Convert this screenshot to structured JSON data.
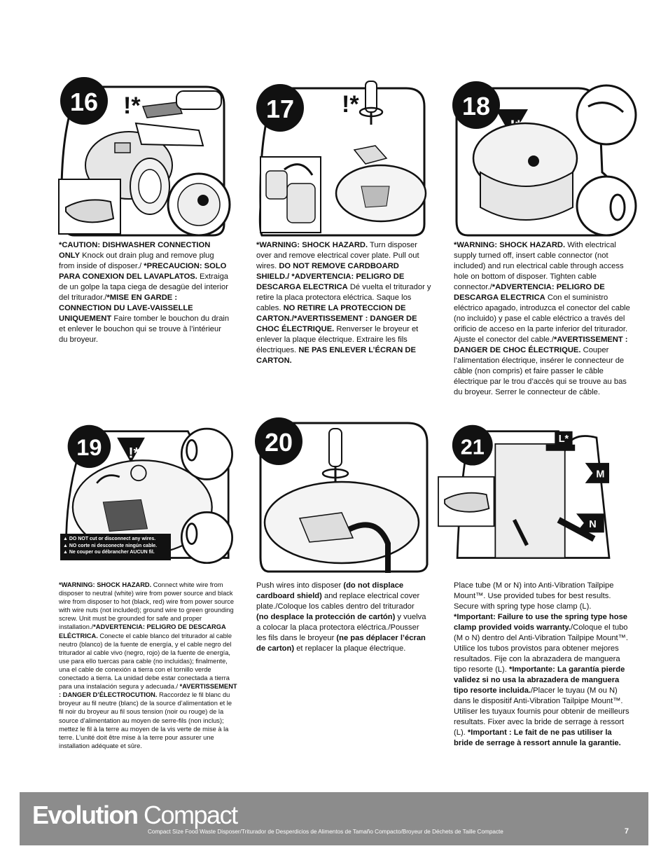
{
  "steps": [
    {
      "number": "16",
      "warning_mark": "!*"
    },
    {
      "number": "17",
      "warning_mark": "!*"
    },
    {
      "number": "18",
      "warning_mark": "!*"
    },
    {
      "number": "19",
      "warning_mark": "!*"
    },
    {
      "number": "20"
    },
    {
      "number": "21",
      "labels": [
        "L*",
        "M",
        "N"
      ]
    }
  ],
  "captions": {
    "s16": [
      {
        "t": "*CAUTION: DISHWASHER CONNECTION ONLY",
        "b": true
      },
      {
        "t": " Knock out drain plug and remove plug from inside of disposer./ ",
        "b": false
      },
      {
        "t": "*PRECAUCION: SOLO PARA CONEXION DEL LAVAPLATOS.",
        "b": true
      },
      {
        "t": " Extraiga de un golpe la tapa ciega de desagüe del interior del triturador./",
        "b": false
      },
      {
        "t": "*MISE EN GARDE : CONNECTION DU LAVE-VAISSELLE UNIQUEMENT",
        "b": true
      },
      {
        "t": " Faire tomber le bouchon du drain et enlever le bouchon qui se trouve à l’intérieur du broyeur.",
        "b": false
      }
    ],
    "s17": [
      {
        "t": "*WARNING: SHOCK HAZARD.",
        "b": true
      },
      {
        "t": " Turn disposer over and remove electrical cover plate. Pull out wires. ",
        "b": false
      },
      {
        "t": "DO NOT REMOVE CARDBOARD SHIELD./ *ADVERTENCIA: PELIGRO DE DESCARGA ELECTRICA",
        "b": true
      },
      {
        "t": " Dé vuelta el triturador y retire la placa protectora eléctrica. Saque los cables. ",
        "b": false
      },
      {
        "t": "NO RETIRE LA PROTECCION DE CARTON./*AVERTISSEMENT : DANGER DE CHOC ÉLECTRIQUE.",
        "b": true
      },
      {
        "t": " Renverser le broyeur et enlever la plaque électrique. Extraire les fils électriques. ",
        "b": false
      },
      {
        "t": "NE PAS ENLEVER L’ÉCRAN DE CARTON.",
        "b": true
      }
    ],
    "s18": [
      {
        "t": "*WARNING: SHOCK HAZARD.",
        "b": true
      },
      {
        "t": " With electrical supply turned off, insert cable connector (not included) and run electrical cable through access hole on bottom of disposer. Tighten cable connector./",
        "b": false
      },
      {
        "t": "*ADVERTENCIA: PELIGRO DE DESCARGA ELECTRICA",
        "b": true
      },
      {
        "t": " Con el suministro eléctrico apagado, introduzca el conector del cable (no incluido) y pase el cable eléctrico a través del orificio de acceso en la parte inferior del triturador. Ajuste el conector del cable./",
        "b": false
      },
      {
        "t": "*AVERTISSEMENT : DANGER DE CHOC ÉLECTRIQUE.",
        "b": true
      },
      {
        "t": " Couper l’alimentation électrique, insérer le connecteur de câble (non compris) et faire passer le câble électrique par le trou d’accès qui se trouve au bas du broyeur. Serrer le connecteur de câble.",
        "b": false
      }
    ],
    "s19": [
      {
        "t": "*WARNING: SHOCK HAZARD.",
        "b": true
      },
      {
        "t": " Connect white wire from disposer to neutral (white) wire from power source and black wire from disposer to hot (black, red) wire from power source with wire nuts (not included); ground wire to green grounding screw. Unit must be grounded for safe and proper installation./",
        "b": false
      },
      {
        "t": "*ADVERTENCIA: PELIGRO DE DESCARGA ELÉCTRICA.",
        "b": true
      },
      {
        "t": " Conecte el cable blanco del triturador al cable neutro (blanco) de la fuente de energía, y el cable negro del triturador al cable vivo (negro, rojo) de la fuente de energía, use para ello tuercas para cable (no incluidas); finalmente, una el cable de conexión a tierra con el tornillo verde conectado a tierra. La unidad debe estar conectada a tierra para una instalación segura y adecuada./ ",
        "b": false
      },
      {
        "t": "*AVERTISSEMENT : DANGER D’ÉLECTROCUTION.",
        "b": true
      },
      {
        "t": " Raccordez le fil blanc du broyeur au fil neutre (blanc) de la source d’alimentation et le fil noir du broyeur au fil sous tension (noir ou rouge) de la source d’alimentation au moyen de serre-fils (non inclus); mettez le fil à la terre au moyen de la vis verte de mise à la terre. L’unité doit être mise à la terre pour assurer une installation adéquate et sûre.",
        "b": false
      }
    ],
    "s20": [
      {
        "t": "Push wires into disposer ",
        "b": false
      },
      {
        "t": "(do not displace cardboard shield)",
        "b": true
      },
      {
        "t": " and replace electrical cover plate./Coloque los cables dentro del triturador ",
        "b": false
      },
      {
        "t": "(no desplace la protección de cartón)",
        "b": true
      },
      {
        "t": " y vuelva a colocar la placa protectora eléctrica./Pousser les fils dans le broyeur ",
        "b": false
      },
      {
        "t": "(ne pas déplacer l’écran de carton)",
        "b": true
      },
      {
        "t": " et replacer la plaque électrique.",
        "b": false
      }
    ],
    "s21": [
      {
        "t": "Place tube (M or N) into Anti-Vibration Tailpipe Mount™.  Use provided tubes for best results. Secure with spring type hose clamp (L). ",
        "b": false
      },
      {
        "t": "*Important: Failure to use the spring type hose clamp provided voids warranty.",
        "b": true
      },
      {
        "t": "/Coloque el tubo (M o N) dentro del Anti-Vibration Tailpipe Mount™. Utilice los tubos provistos para obtener mejores resultados. Fije con la abrazadera de manguera tipo resorte (L). ",
        "b": false
      },
      {
        "t": "*Importante: La garantía pierde validez si no usa la abrazadera de manguera tipo resorte incluida.",
        "b": true
      },
      {
        "t": "/Placer le tuyau (M ou N) dans le dispositif Anti-Vibration Tailpipe Mount™. Utiliser les tuyaux fournis pour obtenir de meilleurs resultats. Fixer avec la bride de serrage à ressort (L). ",
        "b": false
      },
      {
        "t": "*Important : Le fait de ne pas utiliser la bride de serrage à ressort annule la garantie.",
        "b": true
      }
    ]
  },
  "warning_box": [
    "DO NOT cut or disconnect any wires.",
    "NO corte ni desconecte ningún cable.",
    "Ne couper ou débrancher AUCUN fil."
  ],
  "footer": {
    "brand_bold": "Evolution",
    "brand_light": "Compact",
    "subtitle": "Compact Size Food Waste Disposer/Triturador de Desperdicios de Alimentos de Tamaño Compacto/Broyeur de Déchets de Taille Compacte",
    "page_number": "7"
  },
  "colors": {
    "footer_bg": "#8c8c8c",
    "ink": "#111111",
    "gray_fill": "#d9d9d9"
  }
}
